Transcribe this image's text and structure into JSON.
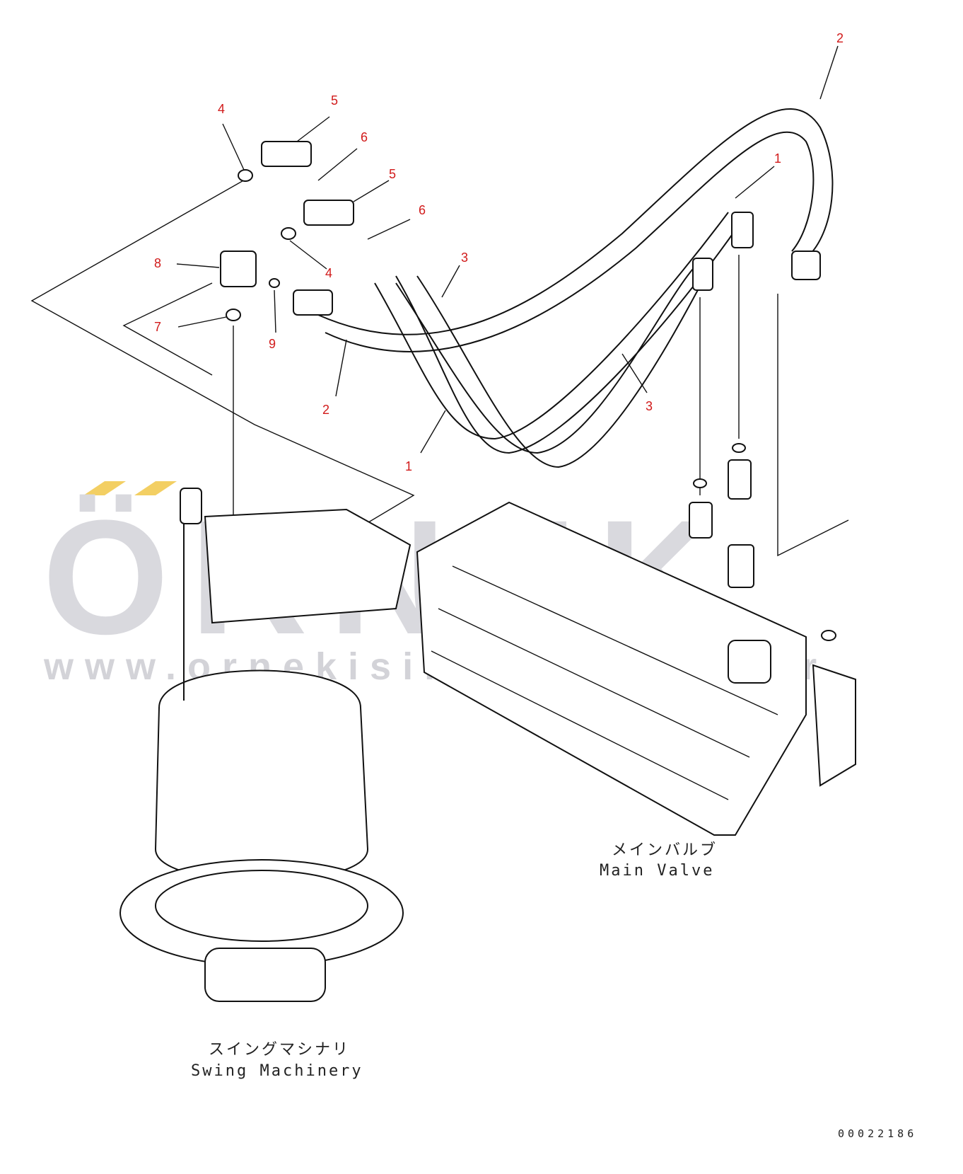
{
  "watermark": {
    "brand": "ÖRNEK",
    "url": "www.ornekisi..........com.tr",
    "accent_color": "#f3cf63",
    "text_color": "#d9d9de"
  },
  "callouts": [
    {
      "id": "c2a",
      "label": "2"
    },
    {
      "id": "c4a",
      "label": "4"
    },
    {
      "id": "c5a",
      "label": "5"
    },
    {
      "id": "c6a",
      "label": "6"
    },
    {
      "id": "c1a",
      "label": "1"
    },
    {
      "id": "c5b",
      "label": "5"
    },
    {
      "id": "c6b",
      "label": "6"
    },
    {
      "id": "c3a",
      "label": "3"
    },
    {
      "id": "c8",
      "label": "8"
    },
    {
      "id": "c4b",
      "label": "4"
    },
    {
      "id": "c7",
      "label": "7"
    },
    {
      "id": "c9",
      "label": "9"
    },
    {
      "id": "c2b",
      "label": "2"
    },
    {
      "id": "c3b",
      "label": "3"
    },
    {
      "id": "c1b",
      "label": "1"
    }
  ],
  "components": {
    "main_valve": {
      "label_jp": "メインバルブ",
      "label_en": "Main Valve"
    },
    "swing_machinery": {
      "label_jp": "スイングマシナリ",
      "label_en": "Swing Machinery"
    }
  },
  "document_number": "00022186",
  "callout_color": "#d11a1a"
}
